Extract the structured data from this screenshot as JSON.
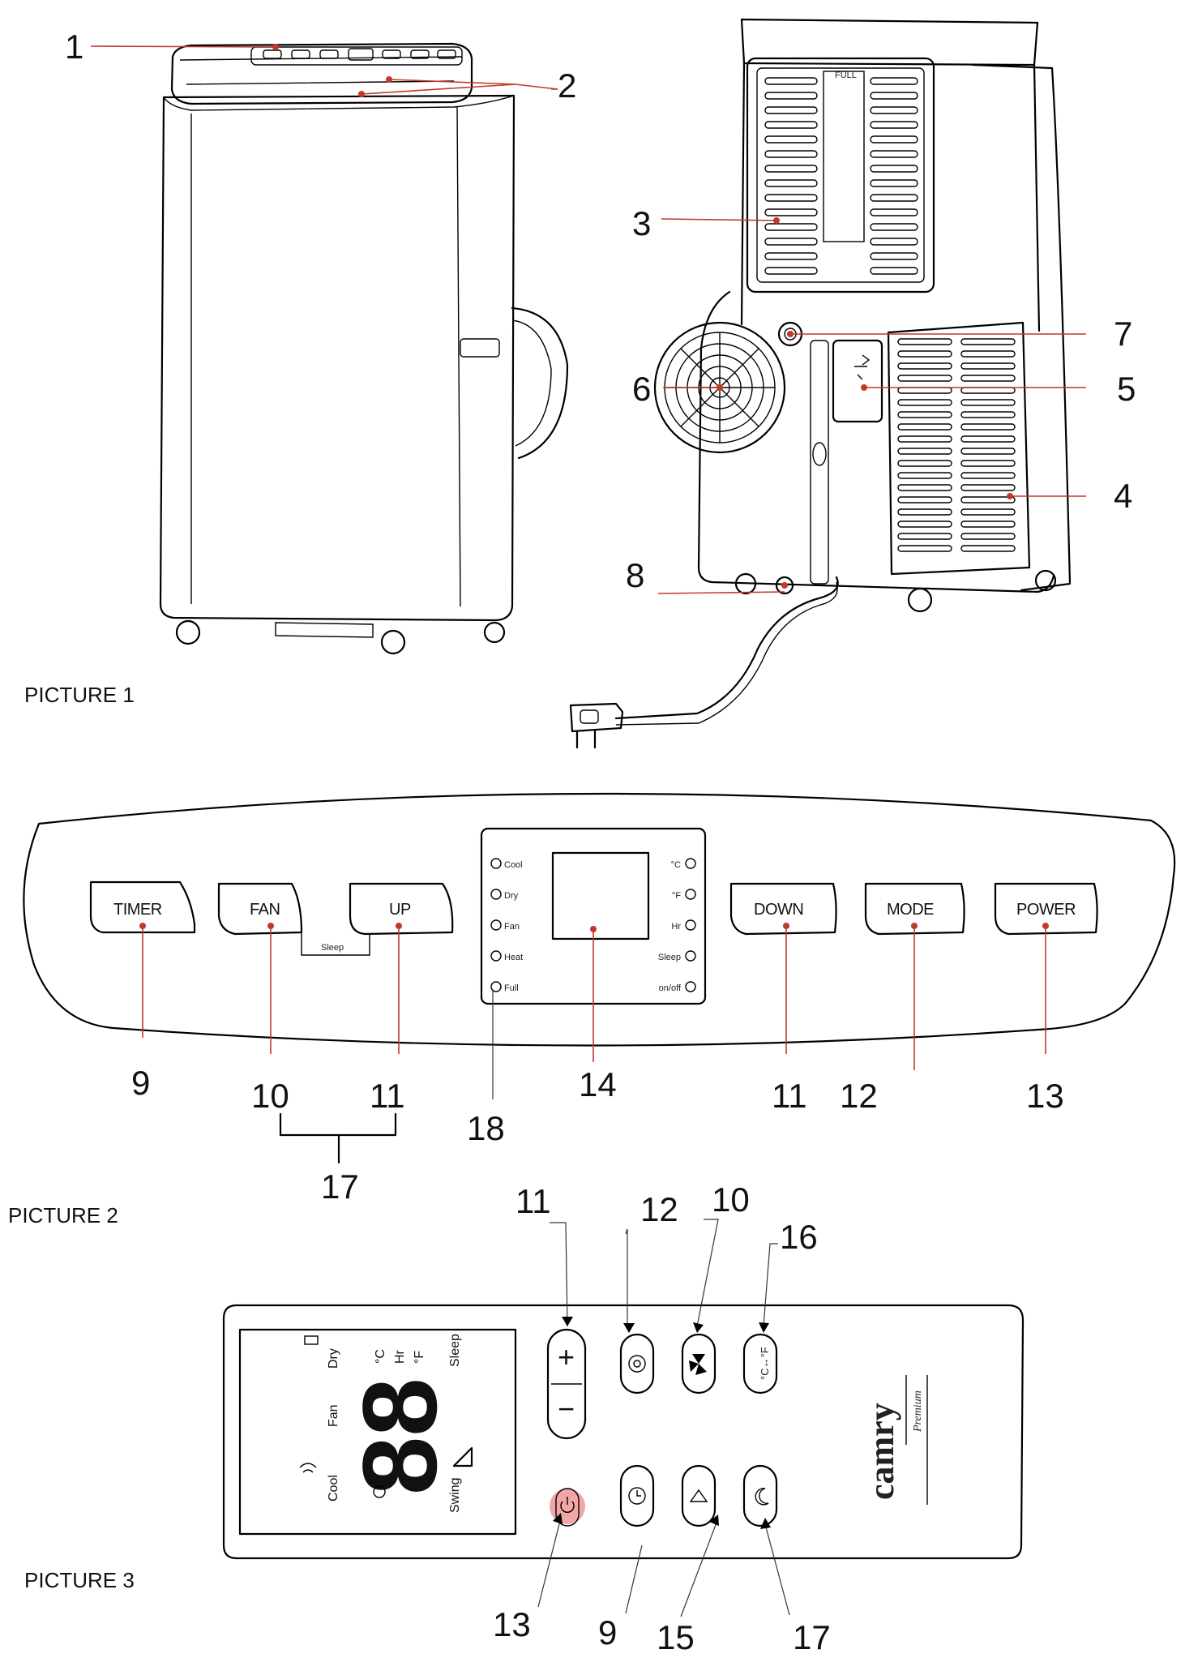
{
  "captions": [
    "PICTURE 1",
    "PICTURE 2",
    "PICTURE 3"
  ],
  "picture1": {
    "callouts": [
      "1",
      "2",
      "3",
      "7",
      "6",
      "5",
      "4",
      "8"
    ],
    "filter_tag": "FULL"
  },
  "picture2": {
    "buttons": [
      "TIMER",
      "FAN",
      "UP",
      "DOWN",
      "MODE",
      "POWER"
    ],
    "sleep_label": "Sleep",
    "left_indicators": [
      "Cool",
      "Dry",
      "Fan",
      "Heat",
      "Full"
    ],
    "right_indicators": [
      "°C",
      "°F",
      "Hr",
      "Sleep",
      "on/off"
    ],
    "callouts": [
      "9",
      "10",
      "11",
      "18",
      "14",
      "11",
      "12",
      "13",
      "17"
    ]
  },
  "picture3": {
    "top_callouts": [
      "11",
      "12",
      "10",
      "16"
    ],
    "bottom_callouts": [
      "13",
      "9",
      "15",
      "17"
    ],
    "lcd": {
      "digits": "88",
      "modes": [
        "Cool",
        "Fan",
        "Dry"
      ],
      "units": [
        "°C",
        "Hr",
        "°F"
      ],
      "labels": [
        "Swing",
        "Sleep"
      ]
    },
    "keys": {
      "plus": "+",
      "minus": "−",
      "unit_toggle": "°C↔°F"
    },
    "brand": "camry",
    "brand_sub": "Premium"
  }
}
